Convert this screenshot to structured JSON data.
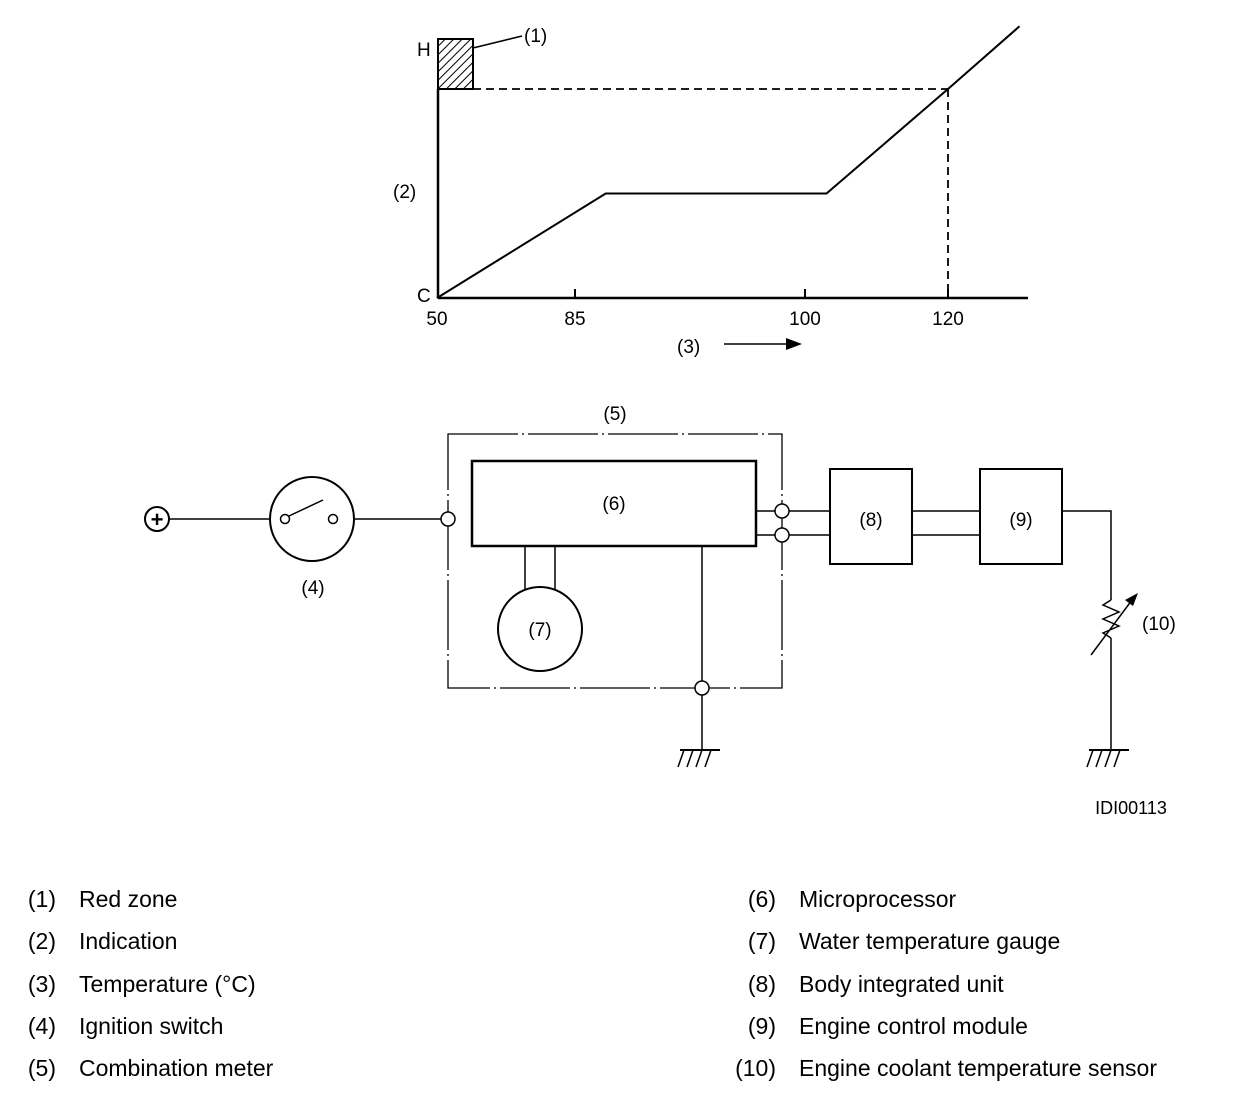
{
  "graph": {
    "y_top": "H",
    "y_bottom": "C",
    "y_axis_callout": "(2)",
    "red_zone_callout": "(1)",
    "x_axis_callout": "(3)",
    "x_ticks": [
      "50",
      "85",
      "100",
      "120"
    ]
  },
  "chart_data": {
    "type": "line",
    "x": [
      50,
      87,
      103,
      120,
      130
    ],
    "y": [
      0,
      0.5,
      0.5,
      1.0,
      1.3
    ],
    "y_scale_top": "H",
    "y_scale_bottom": "C",
    "red_zone": "(1)",
    "threshold_x": 120
  },
  "circuit": {
    "battery_symbol": "+",
    "labels": {
      "switch": "(4)",
      "meter": "(5)",
      "microprocessor": "(6)",
      "gauge": "(7)",
      "body_unit": "(8)",
      "ecm": "(9)",
      "sensor": "(10)"
    },
    "figure_code": "IDI00113"
  },
  "legend": [
    {
      "num": "(1)",
      "text": "Red zone"
    },
    {
      "num": "(2)",
      "text": "Indication"
    },
    {
      "num": "(3)",
      "text": "Temperature (°C)"
    },
    {
      "num": "(4)",
      "text": "Ignition switch"
    },
    {
      "num": "(5)",
      "text": "Combination meter"
    },
    {
      "num": "(6)",
      "text": "Microprocessor"
    },
    {
      "num": "(7)",
      "text": "Water temperature gauge"
    },
    {
      "num": "(8)",
      "text": "Body integrated unit"
    },
    {
      "num": "(9)",
      "text": "Engine control module"
    },
    {
      "num": "(10)",
      "text": "Engine coolant temperature sensor"
    }
  ]
}
